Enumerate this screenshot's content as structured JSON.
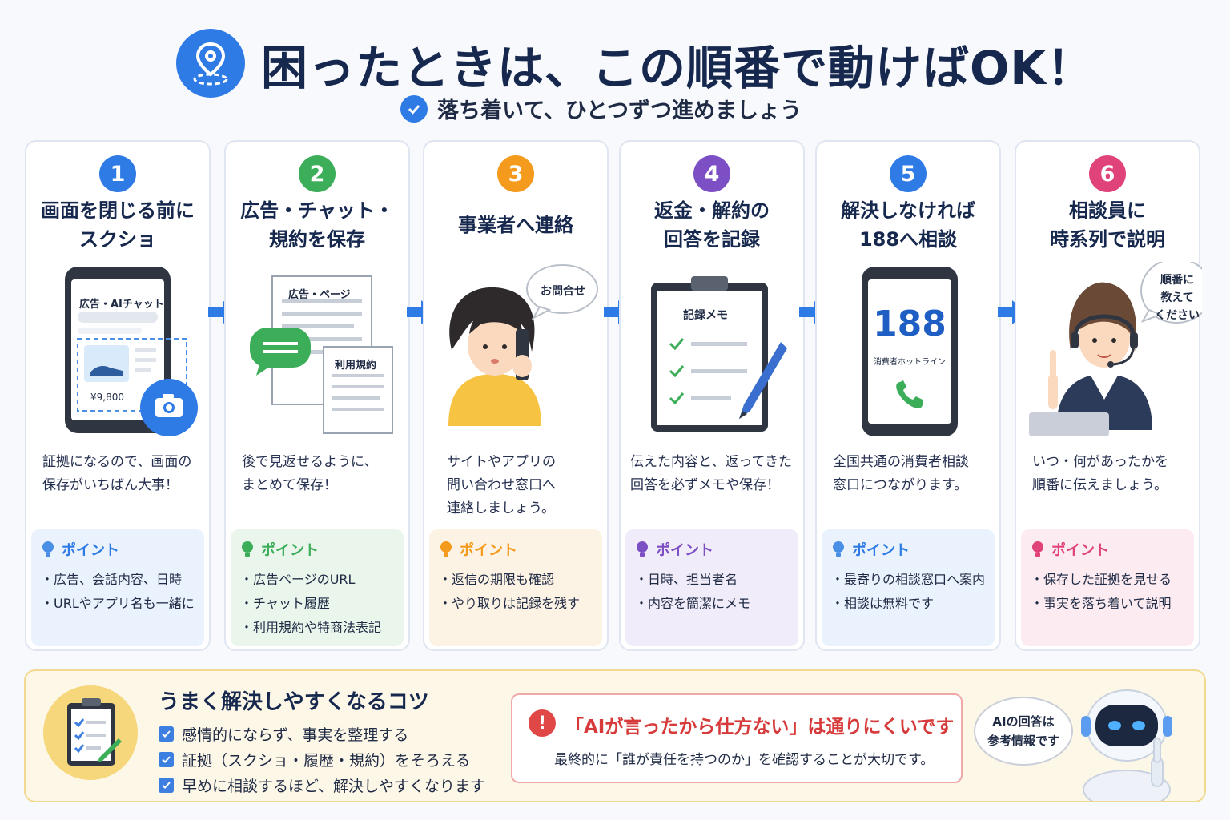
{
  "header": {
    "title": "困ったときは、この順番で動けばOK！",
    "subtitle": "落ち着いて、ひとつずつ進めましょう"
  },
  "steps": [
    {
      "number": "1",
      "title_line1": "画面を閉じる前に",
      "title_line2": "スクショ",
      "screen_label": "広告・AIチャット",
      "price": "¥9,800",
      "desc_line1": "証拠になるので、画面の",
      "desc_line2": "保存がいちばん大事！",
      "desc_line3": "",
      "point_label": "ポイント",
      "points": [
        "広告、会話内容、日時",
        "URLやアプリ名も一緒に"
      ],
      "color": "#2e7be6",
      "point_bg": "#eaf2fd"
    },
    {
      "number": "2",
      "title_line1": "広告・チャット・",
      "title_line2": "規約を保存",
      "doc1_label": "広告・ページ",
      "doc2_label": "利用規約",
      "desc_line1": "後で見返せるように、",
      "desc_line2": "まとめて保存！",
      "desc_line3": "",
      "point_label": "ポイント",
      "points": [
        "広告ページのURL",
        "チャット履歴",
        "利用規約や特商法表記"
      ],
      "color": "#3cae5a",
      "point_bg": "#eaf6ec"
    },
    {
      "number": "3",
      "title_line1": "事業者へ連絡",
      "title_line2": "",
      "bubble": "お問合せ",
      "desc_line1": "サイトやアプリの",
      "desc_line2": "問い合わせ窓口へ",
      "desc_line3": "連絡しましょう。",
      "point_label": "ポイント",
      "points": [
        "返信の期限も確認",
        "やり取りは記録を残す"
      ],
      "color": "#f49a1c",
      "point_bg": "#fdf3e4"
    },
    {
      "number": "4",
      "title_line1": "返金・解約の",
      "title_line2": "回答を記録",
      "memo_label": "記録メモ",
      "desc_line1": "伝えた内容と、返ってきた",
      "desc_line2": "回答を必ずメモや保存！",
      "desc_line3": "",
      "point_label": "ポイント",
      "points": [
        "日時、担当者名",
        "内容を簡潔にメモ"
      ],
      "color": "#7c4fc4",
      "point_bg": "#f1ecf9"
    },
    {
      "number": "5",
      "title_line1": "解決しなければ",
      "title_line2": "188へ相談",
      "hotline_number": "188",
      "hotline_label": "消費者ホットライン",
      "desc_line1": "全国共通の消費者相談",
      "desc_line2": "窓口につながります。",
      "desc_line3": "",
      "point_label": "ポイント",
      "points": [
        "最寄りの相談窓口へ案内",
        "相談は無料です"
      ],
      "color": "#2e7be6",
      "point_bg": "#eaf2fd"
    },
    {
      "number": "6",
      "title_line1": "相談員に",
      "title_line2": "時系列で説明",
      "bubble_line1": "順番に",
      "bubble_line2": "教えて",
      "bubble_line3": "ください",
      "desc_line1": "いつ・何があったかを",
      "desc_line2": "順番に伝えましょう。",
      "desc_line3": "",
      "point_label": "ポイント",
      "points": [
        "保存した証拠を見せる",
        "事実を落ち着いて説明"
      ],
      "color": "#e0427a",
      "point_bg": "#fcecf2"
    }
  ],
  "tips": {
    "title": "うまく解決しやすくなるコツ",
    "items": [
      "感情的にならず、事実を整理する",
      "証拠（スクショ・履歴・規約）をそろえる",
      "早めに相談するほど、解決しやすくなります"
    ]
  },
  "warning": {
    "title": "「AIが言ったから仕方ない」は通りにくいです",
    "text": "最終的に「誰が責任を持つのか」を確認することが大切です。"
  },
  "ai_bubble": {
    "line1": "AIの回答は",
    "line2": "参考情報です"
  }
}
